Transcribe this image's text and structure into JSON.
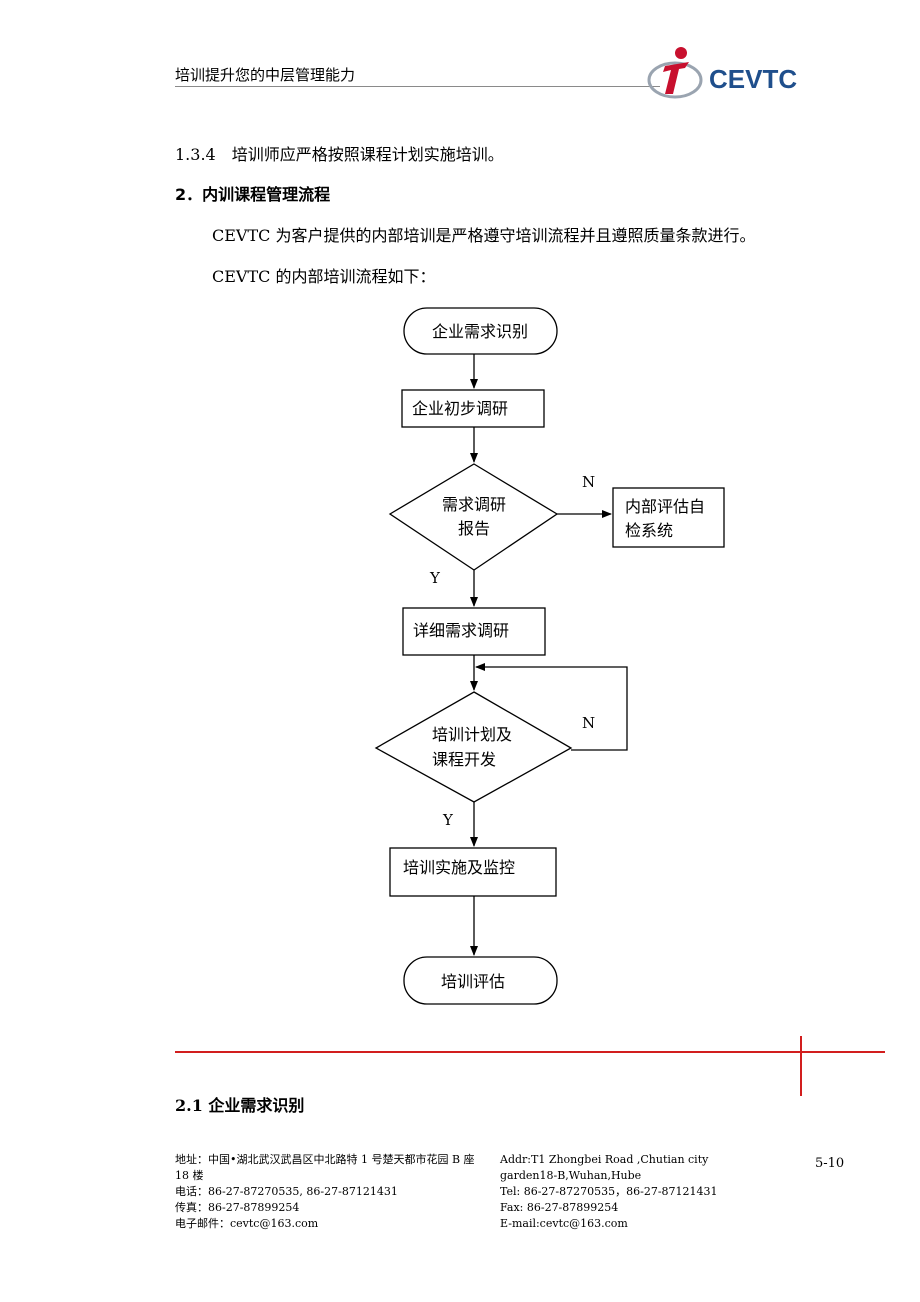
{
  "header": {
    "title": "培训提升您的中层管理能力",
    "logo_text": "CEVTC",
    "brand_red": "#c8102e",
    "brand_blue": "#1f4f8c"
  },
  "sections": {
    "s134": "1.3.4　培训师应严格按照课程计划实施培训。",
    "s2": "2．内训课程管理流程",
    "p1": "CEVTC 为客户提供的内部培训是严格遵守培训流程并且遵照质量条款进行。",
    "p2": "CEVTC 的内部培训流程如下：",
    "s21": "2.1  企业需求识别"
  },
  "flowchart": {
    "n1": "企业需求识别",
    "n2": "企业初步调研",
    "d1_line1": "需求调研",
    "d1_line2": "报告",
    "side_line1": "内部评估自",
    "side_line2": "检系统",
    "n3": "详细需求调研",
    "d2_line1": "培训计划及",
    "d2_line2": "课程开发",
    "n4": "培训实施及监控",
    "n5": "培训评估",
    "label_n1": "N",
    "label_y1": "Y",
    "label_n2": "N",
    "label_y2": "Y"
  },
  "footer": {
    "addr_cn_1": "地址：中国•湖北武汉武昌区中北路特 1 号楚天都市花园 B 座",
    "addr_cn_2": "18 楼",
    "tel_cn": "电话：86-27-87270535, 86-27-87121431",
    "fax_cn": "传真：86-27-87899254",
    "email_cn": "电子邮件：cevtc@163.com",
    "addr_en_1": "Addr:T1 Zhongbei Road ,Chutian city",
    "addr_en_2": "garden18-B,Wuhan,Hube",
    "tel_en": "Tel:    86-27-87270535，86-27-87121431",
    "fax_en": "Fax:    86-27-87899254",
    "email_en": "E-mail:cevtc@163.com",
    "page": "5-10"
  }
}
